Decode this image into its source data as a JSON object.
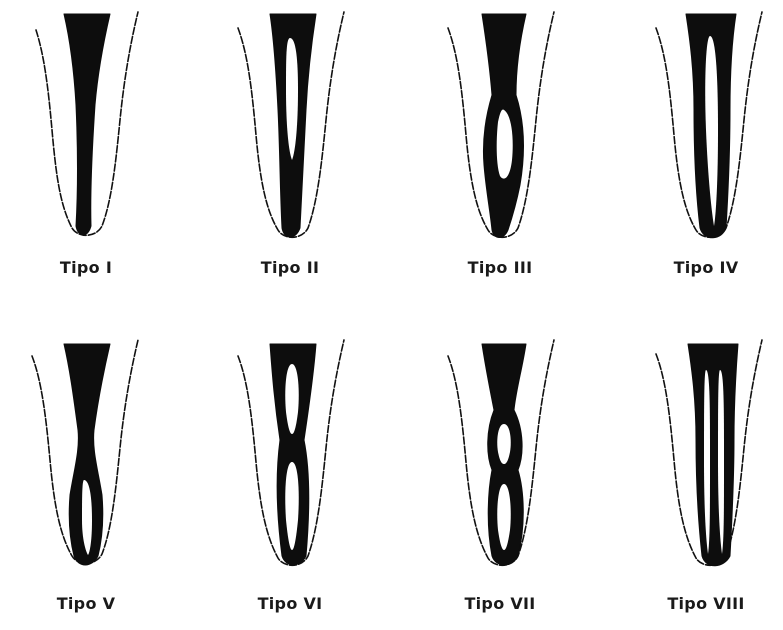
{
  "figure": {
    "rows": [
      [
        {
          "label": "Tipo I",
          "icon": "root-canal-type-1-icon"
        },
        {
          "label": "Tipo II",
          "icon": "root-canal-type-2-icon"
        },
        {
          "label": "Tipo III",
          "icon": "root-canal-type-3-icon"
        },
        {
          "label": "Tipo IV",
          "icon": "root-canal-type-4-icon"
        }
      ],
      [
        {
          "label": "Tipo V",
          "icon": "root-canal-type-5-icon"
        },
        {
          "label": "Tipo VI",
          "icon": "root-canal-type-6-icon"
        },
        {
          "label": "Tipo VII",
          "icon": "root-canal-type-7-icon"
        },
        {
          "label": "Tipo VIII",
          "icon": "root-canal-type-8-icon"
        }
      ]
    ],
    "colors": {
      "canal": "#0d0d0d",
      "outline": "#111111",
      "background": "#ffffff"
    }
  }
}
